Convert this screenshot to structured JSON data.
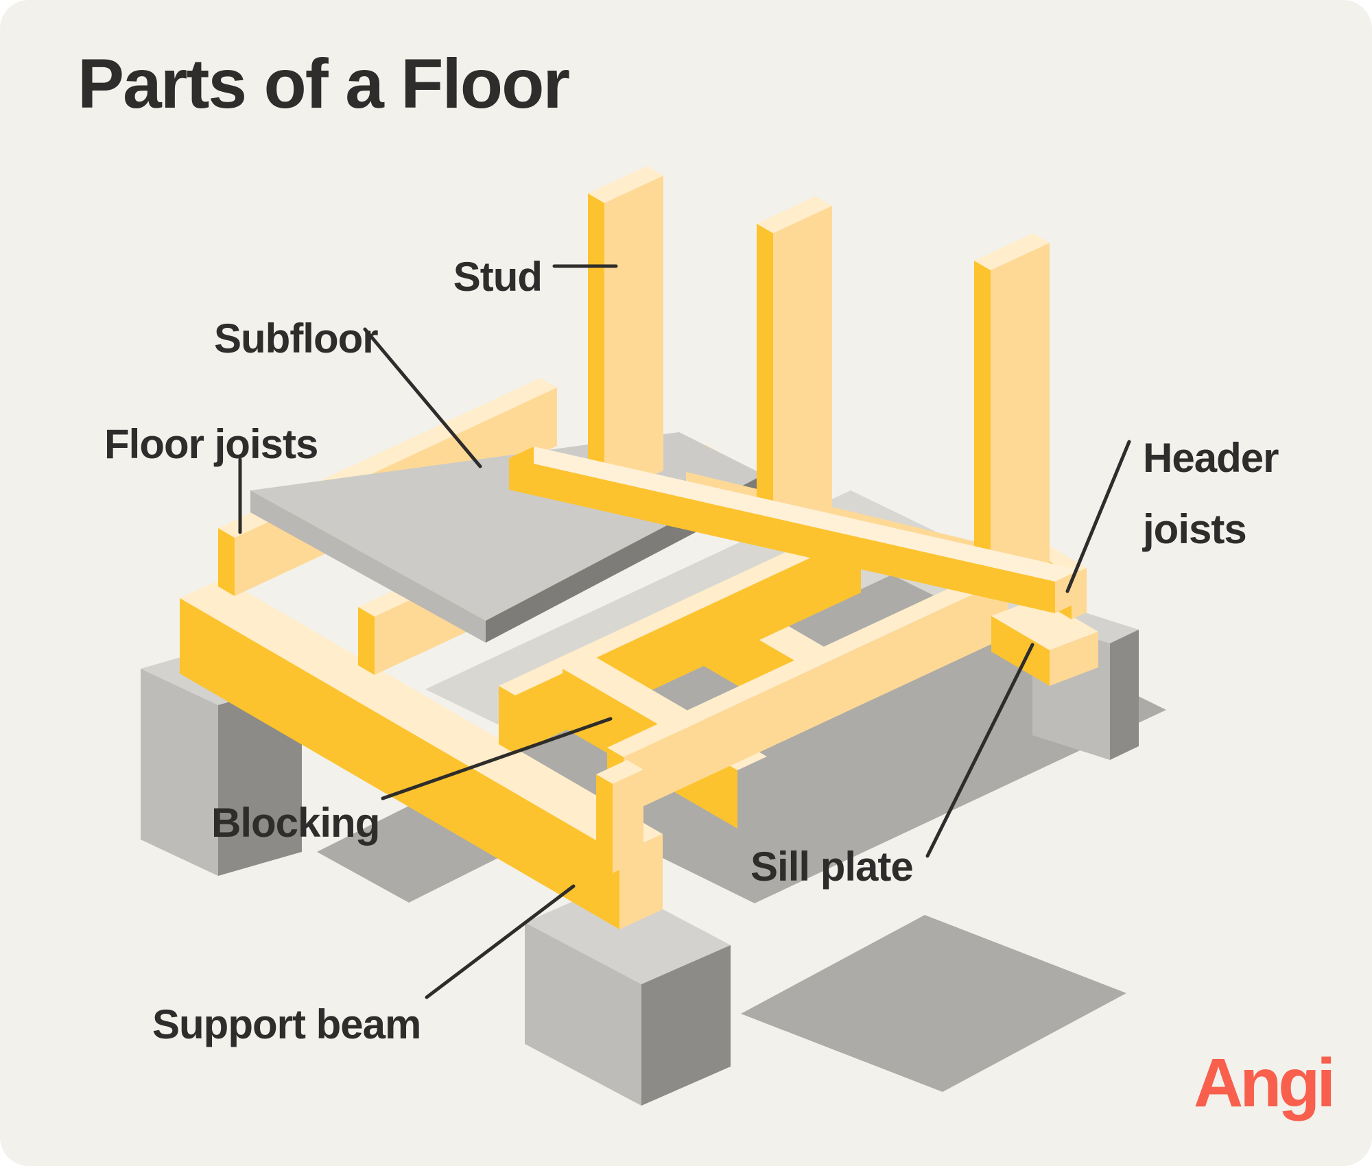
{
  "title": "Parts of a Floor",
  "logo": "Angi",
  "labels": {
    "stud": "Stud",
    "subfloor": "Subfloor",
    "floor_joists": "Floor joists",
    "blocking": "Blocking",
    "support_beam": "Support beam",
    "sill_plate": "Sill plate",
    "header_joists": "Header joists"
  },
  "colors": {
    "background": "#F2F1EC",
    "ink": "#2E2D2B",
    "wood_bright": "#FCC32E",
    "wood_light": "#FED996",
    "wood_cream": "#FFEDCB",
    "wood_top_pale": "#FFF1D8",
    "concrete_top": "#D3D2CE",
    "concrete_light": "#BDBCB8",
    "concrete_dark": "#8C8B87",
    "panel_top": "#CCCBC7",
    "panel_edge_dark": "#7D7C78",
    "panel_edge_light": "#B9B8B4",
    "shadow_light": "#D8D7D2",
    "shadow_medium": "#ACABA7",
    "logo_red": "#F95F4D"
  }
}
